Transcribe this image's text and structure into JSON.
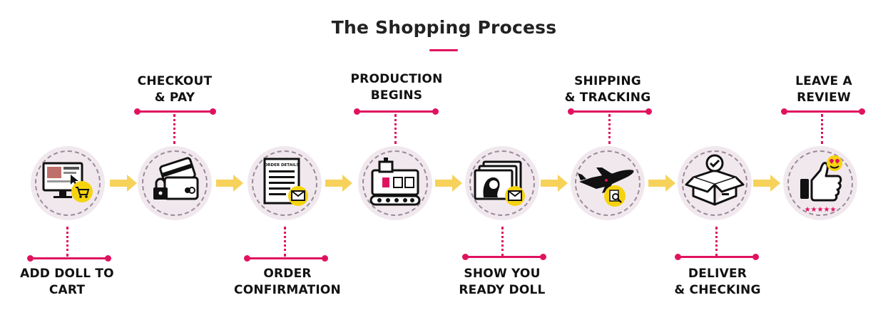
{
  "title": "The Shopping Process",
  "colors": {
    "accent": "#e0125f",
    "arrow": "#f7d25a",
    "badge": "#f5d40f",
    "circle": "#f1e8ee"
  },
  "steps": [
    {
      "lines": [
        "ADD DOLL TO",
        "CART"
      ],
      "icon": "computer-cart-icon"
    },
    {
      "lines": [
        "CHECKOUT",
        "& PAY"
      ],
      "icon": "credit-card-lock-icon"
    },
    {
      "lines": [
        "ORDER",
        "CONFIRMATION"
      ],
      "icon": "order-details-document-icon",
      "doc_text": "ORDER DETAILS"
    },
    {
      "lines": [
        "PRODUCTION",
        "BEGINS"
      ],
      "icon": "production-machine-icon"
    },
    {
      "lines": [
        "SHOW YOU",
        "READY DOLL"
      ],
      "icon": "doll-photos-icon"
    },
    {
      "lines": [
        "SHIPPING",
        "& TRACKING"
      ],
      "icon": "airplane-tracking-icon"
    },
    {
      "lines": [
        "DELIVER",
        "& CHECKING"
      ],
      "icon": "delivery-box-icon"
    },
    {
      "lines": [
        "LEAVE A",
        "REVIEW"
      ],
      "icon": "thumbs-up-review-icon",
      "stars": "★★★★★"
    }
  ]
}
